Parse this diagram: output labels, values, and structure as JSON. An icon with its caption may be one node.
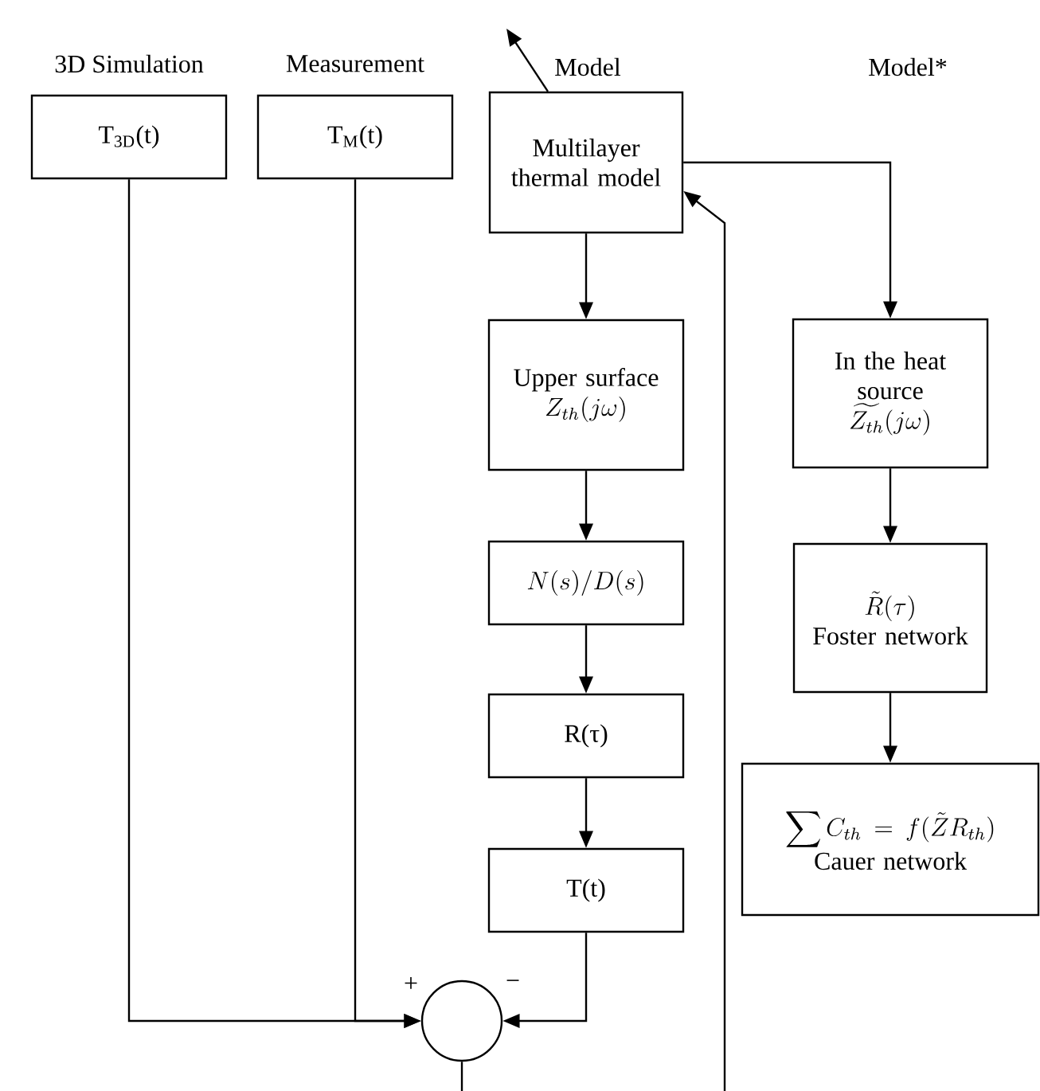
{
  "diagram": {
    "nodes": [
      {
        "text": [
          "3D Simulation",
          "T$_{3D}$(t)"
        ]
      },
      {
        "text": [
          "Measurement",
          "T$_{M}$(t)"
        ]
      },
      {
        "text": [
          "Model",
          "Multilayer thermal model"
        ]
      },
      {
        "text": [
          "Upper surface",
          "Z_{th}(j\\omega)"
        ]
      },
      {
        "text": [
          "N(s)/D(s)"
        ]
      },
      {
        "text": [
          "R(τ)"
        ]
      },
      {
        "text": [
          "T(t)"
        ]
      },
      {
        "text": [],
        "shape": "circle"
      },
      {
        "text": [
          "In the heat source",
          "\\widetilde{Z_{th}}(j\\omega)"
        ]
      },
      {
        "text": [
          "\\tilde{R}(\\tau)",
          "Foster network"
        ]
      },
      {
        "text": [
          "\\sum C_{th} = f(\\tilde{Z}R_{th})",
          "Cauer network"
        ]
      }
    ],
    "edges": [
      {
        "from": 0,
        "to": 7,
        "arrow": "to"
      },
      {
        "from": 1,
        "to": 7,
        "arrow": "to"
      },
      {
        "from": 6,
        "to": 7,
        "arrow": "to"
      },
      {
        "from": 2,
        "to": 3,
        "arrow": "to"
      },
      {
        "from": 3,
        "to": 4,
        "arrow": "to"
      },
      {
        "from": 4,
        "to": 5,
        "arrow": "to"
      },
      {
        "from": 5,
        "to": 6,
        "arrow": "to"
      },
      {
        "from": 2,
        "to": 8,
        "arrow": "to"
      },
      {
        "from": 8,
        "to": 9,
        "arrow": "to"
      },
      {
        "from": 9,
        "to": 10,
        "arrow": "to"
      },
      {
        "from": 7,
        "to": null,
        "arrow": "none"
      },
      {
        "from": null,
        "to": 2,
        "arrow": "to"
      },
      {
        "from": 2,
        "to": null,
        "arrow": "to"
      }
    ],
    "labels": [
      "Model*",
      "+",
      "−"
    ]
  }
}
